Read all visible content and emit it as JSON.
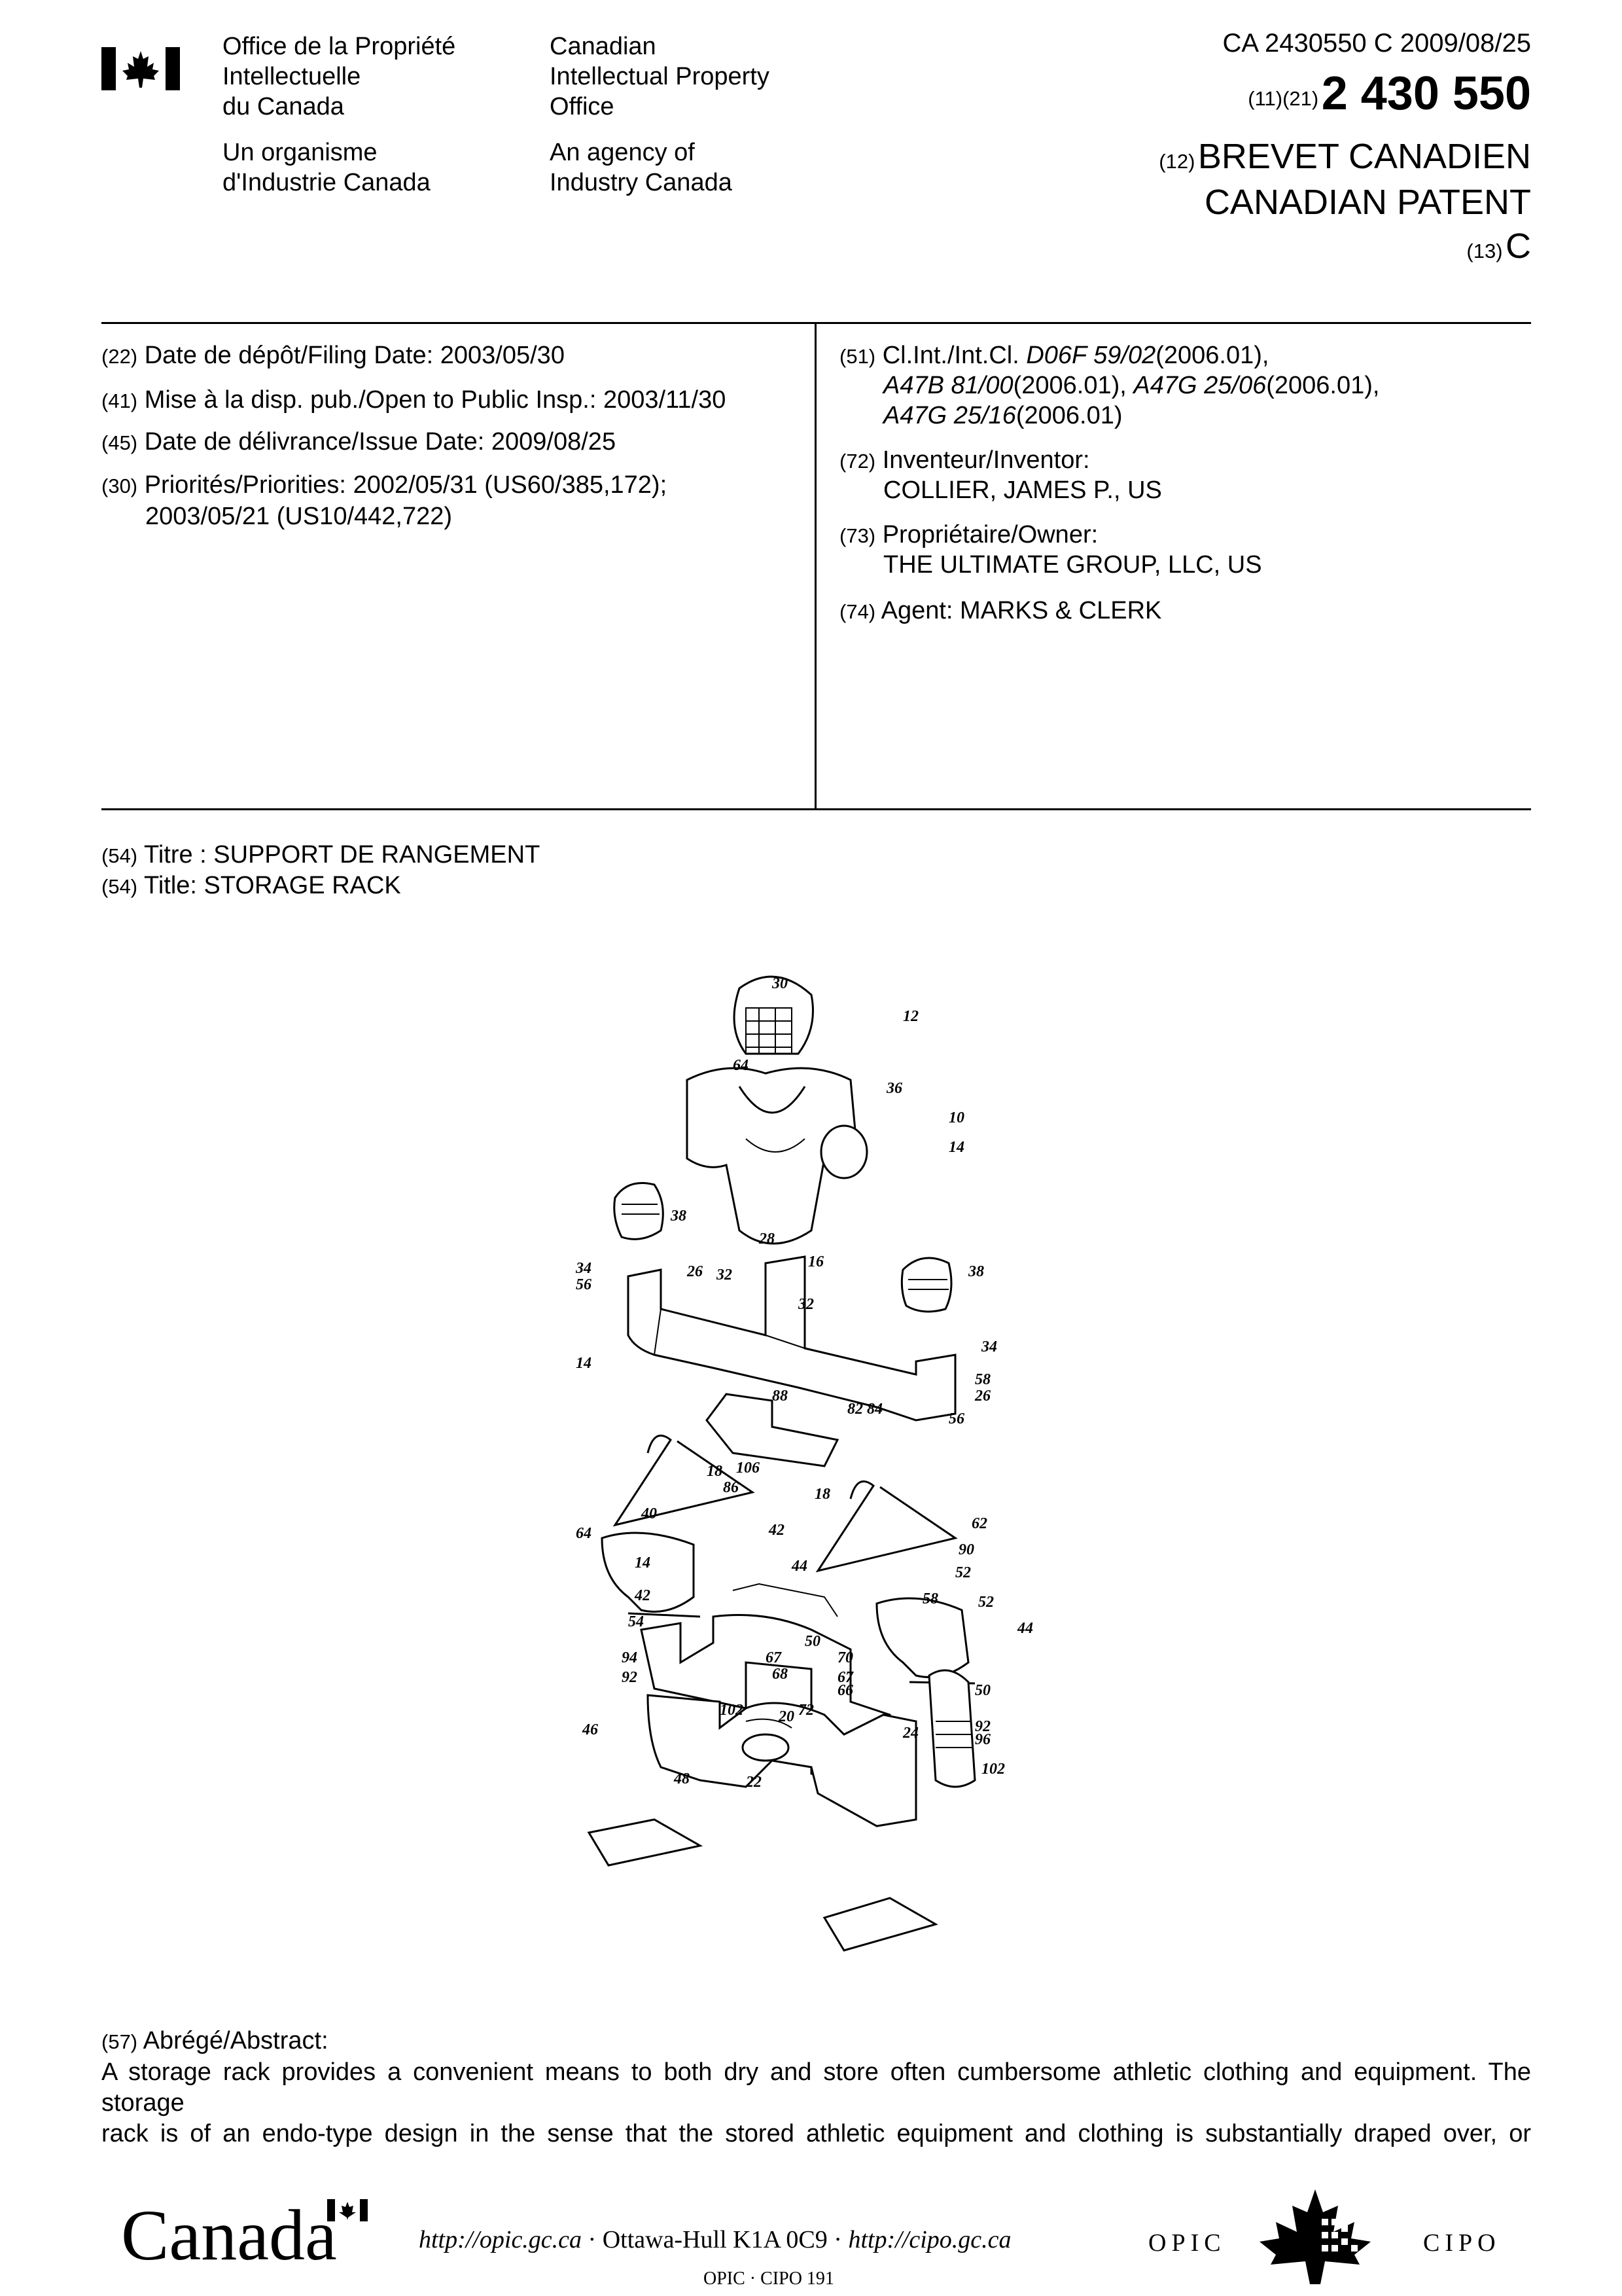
{
  "header": {
    "office_fr": [
      "Office de la Propriété",
      "Intellectuelle",
      "du Canada"
    ],
    "office_en": [
      "Canadian",
      "Intellectual Property",
      "Office"
    ],
    "agency_fr": [
      "Un organisme",
      "d'Industrie Canada"
    ],
    "agency_en": [
      "An agency of",
      "Industry Canada"
    ],
    "doc_ref": "CA 2430550 C 2009/08/25",
    "num_code": "(11)(21)",
    "patent_number": "2 430 550",
    "title_code": "(12)",
    "title_fr": "BREVET CANADIEN",
    "title_en": "CANADIAN PATENT",
    "kind_code": "(13)",
    "kind": "C"
  },
  "left_fields": [
    {
      "code": "(22)",
      "label": "Date de dépôt/Filing Date:",
      "value": "2003/05/30"
    },
    {
      "code": "(41)",
      "label": "Mise à la disp. pub./Open to Public Insp.:",
      "value": "2003/11/30"
    },
    {
      "code": "(45)",
      "label": "Date de délivrance/Issue Date:",
      "value": "2009/08/25"
    },
    {
      "code": "(30)",
      "label": "Priorités/Priorities:",
      "value": "2002/05/31 (US60/385,172);",
      "value2": "2003/05/21 (US10/442,722)"
    }
  ],
  "classification": {
    "code": "(51)",
    "label": "Cl.Int./Int.Cl.",
    "line1_class": "D06F 59/02",
    "line1_ver": "(2006.01),",
    "line2_class_a": "A47B 81/00",
    "line2_ver_a": "(2006.01),",
    "line2_class_b": "A47G 25/06",
    "line2_ver_b": "(2006.01),",
    "line3_class": "A47G 25/16",
    "line3_ver": "(2006.01)"
  },
  "inventor": {
    "code": "(72)",
    "label": "Inventeur/Inventor:",
    "value": "COLLIER, JAMES P., US"
  },
  "owner": {
    "code": "(73)",
    "label": "Propriétaire/Owner:",
    "value": "THE ULTIMATE GROUP, LLC, US"
  },
  "agent": {
    "code": "(74)",
    "label": "Agent:",
    "value": "MARKS & CLERK"
  },
  "titles": {
    "fr_code": "(54)",
    "fr_label": "Titre :",
    "fr_value": "SUPPORT DE RANGEMENT",
    "en_code": "(54)",
    "en_label": "Title:",
    "en_value": "STORAGE RACK"
  },
  "figure_labels": [
    "30",
    "12",
    "64",
    "36",
    "10",
    "14",
    "38",
    "28",
    "16",
    "38",
    "34",
    "26",
    "32",
    "56",
    "32",
    "34",
    "14",
    "58",
    "88",
    "26",
    "82",
    "84",
    "56",
    "18",
    "106",
    "86",
    "18",
    "62",
    "40",
    "42",
    "90",
    "64",
    "14",
    "44",
    "52",
    "42",
    "58",
    "52",
    "44",
    "54",
    "50",
    "67",
    "70",
    "68",
    "67",
    "94",
    "66",
    "50",
    "92",
    "72",
    "92",
    "46",
    "102",
    "20",
    "24",
    "96",
    "48",
    "22",
    "102"
  ],
  "abstract": {
    "code": "(57)",
    "label": "Abrégé/Abstract:",
    "line1": "A storage rack provides a convenient means to both dry and store often cumbersome athletic clothing and equipment. The storage",
    "line2": "rack is of an endo-type design in the sense that the stored athletic equipment and clothing is substantially draped over, or"
  },
  "footer": {
    "wordmark": "Canada",
    "url1": "http://opic.gc.ca",
    "address": "Ottawa-Hull K1A 0C9",
    "url2": "http://cipo.gc.ca",
    "opic": "OPIC",
    "cipo": "CIPO",
    "form_id": "OPIC · CIPO 191"
  }
}
